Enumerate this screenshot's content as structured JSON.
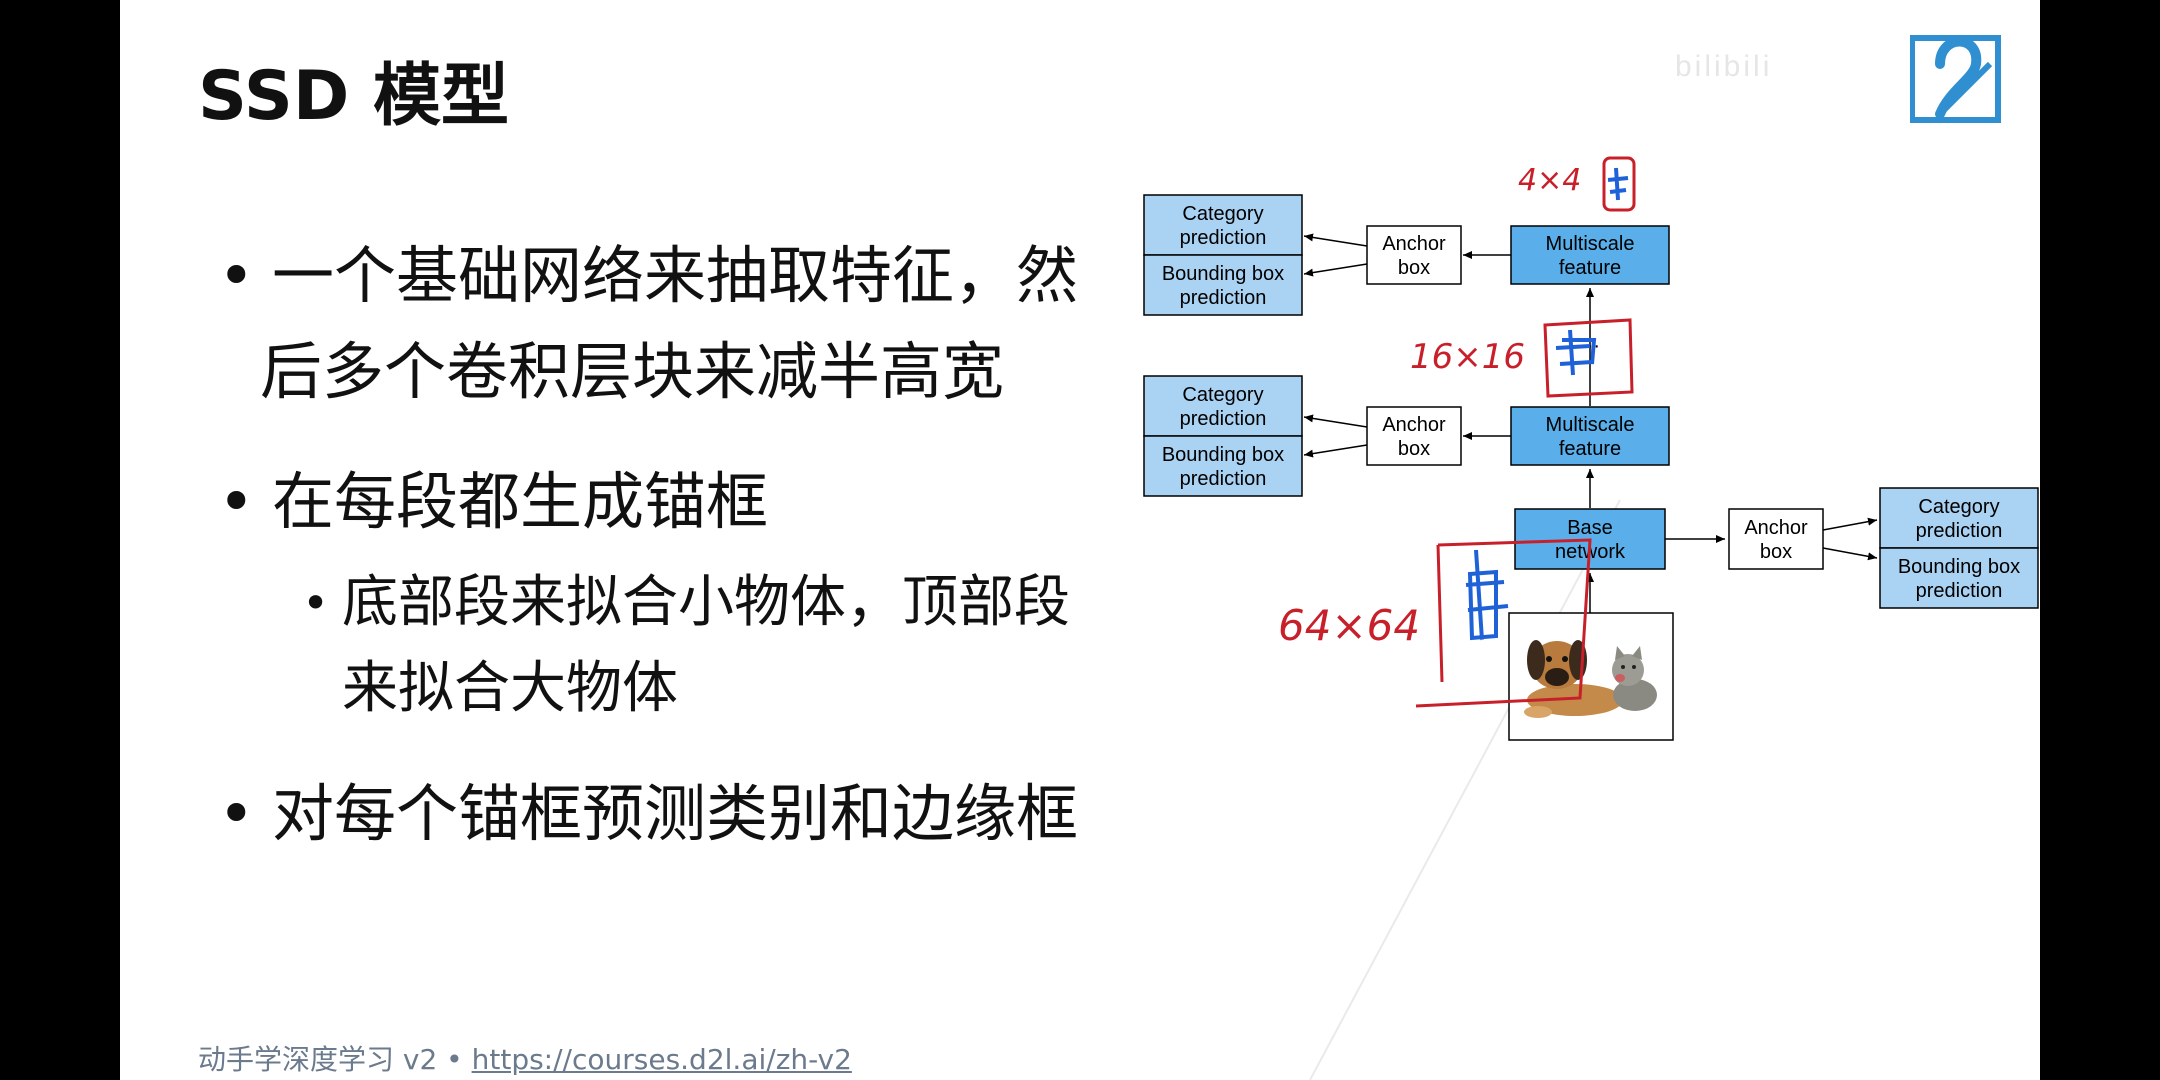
{
  "slide": {
    "title": "SSD 模型",
    "bullets": [
      {
        "level": 1,
        "lines": [
          "一个基础网络来抽取特征，然",
          "后多个卷积层块来减半高宽"
        ]
      },
      {
        "level": 1,
        "lines": [
          "在每段都生成锚框"
        ]
      },
      {
        "level": 2,
        "lines": [
          "底部段来拟合小物体，顶部段",
          "来拟合大物体"
        ]
      },
      {
        "level": 1,
        "lines": [
          "对每个锚框预测类别和边缘框"
        ]
      }
    ],
    "bullet_symbol": "•",
    "footer_prefix": "动手学深度学习 v2 • ",
    "footer_link": "https://courses.d2l.ai/zh-v2"
  },
  "diagram": {
    "category_prediction": [
      "Category",
      "prediction"
    ],
    "bounding_box_prediction": [
      "Bounding box",
      "prediction"
    ],
    "anchor_box": [
      "Anchor",
      "box"
    ],
    "multiscale_feature": [
      "Multiscale",
      "feature"
    ],
    "base_network": [
      "Base",
      "network"
    ],
    "ellipsis": "···",
    "box_fill_blue": "#5aaeea",
    "box_fill_light": "#a9d2f3",
    "input_image": "puppy-and-kitten-photo"
  },
  "annotations": {
    "top": "4×4",
    "middle": "16×16",
    "bottom": "64×64",
    "ink_red": "#c8202a",
    "ink_blue": "#1f62d8"
  },
  "watermark": {
    "text": "bilibili",
    "logo": "bilibili-logo-icon"
  }
}
